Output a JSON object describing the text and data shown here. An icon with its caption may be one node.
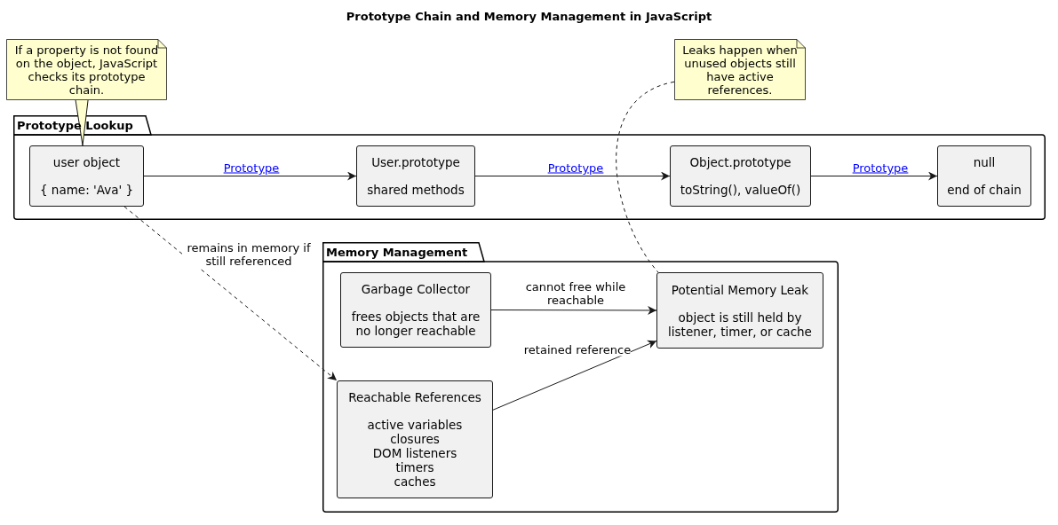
{
  "diagram": {
    "title": "Prototype Chain and Memory Management in JavaScript",
    "nodes": [
      {
        "text": [
          "Prototype Lookup"
        ]
      },
      {
        "text": [
          "user object",
          "{ name: 'Ava' }"
        ],
        "in": 0
      },
      {
        "text": [
          "User.prototype",
          "shared methods"
        ],
        "in": 0
      },
      {
        "text": [
          "Object.prototype",
          "toString(), valueOf()"
        ],
        "in": 0
      },
      {
        "text": [
          "null",
          "end of chain"
        ],
        "in": 0
      },
      {
        "text": [
          "Memory Management"
        ]
      },
      {
        "text": [
          "Garbage Collector",
          "frees objects that are no longer reachable"
        ],
        "in": 5
      },
      {
        "text": [
          "Potential Memory Leak",
          "object is still held by listener, timer, or cache"
        ],
        "in": 5
      },
      {
        "text": [
          "Reachable References",
          "active variables",
          "closures",
          "DOM listeners",
          "timers",
          "caches"
        ],
        "in": 5
      },
      {
        "text": [
          "If a property is not found on the object, JavaScript checks its prototype chain."
        ]
      },
      {
        "text": [
          "Leaks happen when unused objects still have active references."
        ]
      }
    ],
    "edges": [
      {
        "from": 1,
        "to": 2,
        "arrow": "to",
        "label": "Prototype"
      },
      {
        "from": 2,
        "to": 3,
        "arrow": "to",
        "label": "Prototype"
      },
      {
        "from": 3,
        "to": 4,
        "arrow": "to",
        "label": "Prototype"
      },
      {
        "from": 1,
        "to": 8,
        "arrow": "to",
        "label": "remains in memory if still referenced",
        "style": "dashed"
      },
      {
        "from": 6,
        "to": 7,
        "arrow": "to",
        "label": "cannot free while reachable"
      },
      {
        "from": 8,
        "to": 7,
        "arrow": "to",
        "label": "retained reference"
      },
      {
        "from": 9,
        "to": 1,
        "arrow": "none"
      },
      {
        "from": 10,
        "to": 7,
        "arrow": "none",
        "style": "dashed"
      }
    ]
  }
}
